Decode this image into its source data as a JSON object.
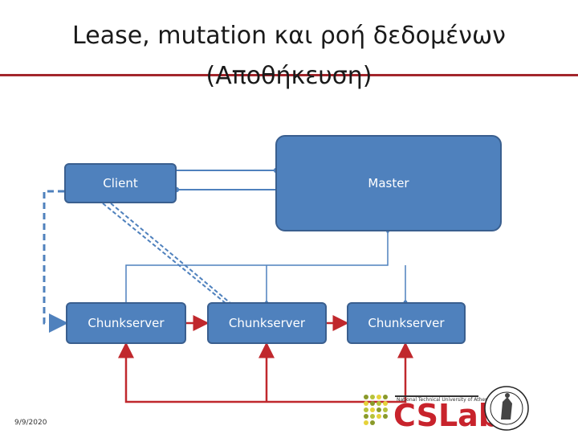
{
  "title": {
    "line1": "Lease, mutation και ροή δεδομένων",
    "line2": "(Αποθήκευση)"
  },
  "nodes": {
    "client": "Client",
    "master": "Master",
    "chunkservers": [
      "Chunkserver",
      "Chunkserver",
      "Chunkserver"
    ]
  },
  "footer": {
    "date": "9/9/2020",
    "logo_text": "CSLab",
    "university_text": "National Technical University of Athens"
  },
  "colors": {
    "node_fill": "#4f81bd",
    "arrow_blue": "#4f81bd",
    "arrow_red": "#c0282d",
    "title_rule": "#a3262c"
  }
}
